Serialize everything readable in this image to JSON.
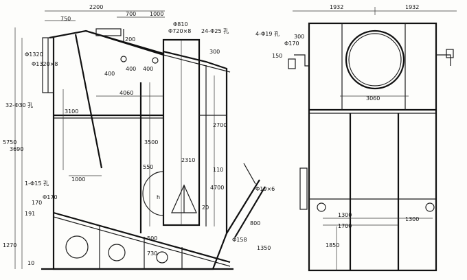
{
  "colors": {
    "ink": "#1a1a1a",
    "paper": "#fdfdfb"
  },
  "side_view": {
    "top_dims": [
      "2200",
      "700",
      "1000",
      "750"
    ],
    "callouts": {
      "d810": "Φ810",
      "d720x8": "Φ720×8",
      "holes_24": "24-Φ25 孔",
      "holes_32": "32-Φ30 孔",
      "hole_1": "1-Φ15 孔",
      "hole_2": "Φ19×6",
      "hole_3": "Φ158",
      "d170": "Φ170"
    },
    "dims": {
      "w400a": "400",
      "w400b": "400",
      "h400": "400",
      "h200": "200",
      "w4060": "4060",
      "h3100": "3100",
      "h3500": "3500",
      "h2700": "2700",
      "h300": "300",
      "w1000": "1000",
      "w550": "550",
      "w2310": "2310",
      "h1320": "Φ1320",
      "h1320x8": "Φ1320×8",
      "h5750": "5750",
      "h3690": "3690",
      "h1270": "1270",
      "h10": "10",
      "h191": "191",
      "h170": "170",
      "h4700": "4700",
      "h800": "800",
      "h1350": "1350",
      "h20": "20",
      "h110": "110",
      "h730": "730",
      "h500": "500",
      "h_mark": "h"
    }
  },
  "front_view": {
    "top_dims": [
      "1932",
      "1932"
    ],
    "callouts": {
      "holes_4": "4-Φ19 孔",
      "d170": "Φ170"
    },
    "dims": {
      "h300": "300",
      "h150": "150",
      "w3060": "3060",
      "w1300a": "1300",
      "w1700": "1700",
      "w1300b": "1300",
      "h1850": "1850"
    }
  }
}
